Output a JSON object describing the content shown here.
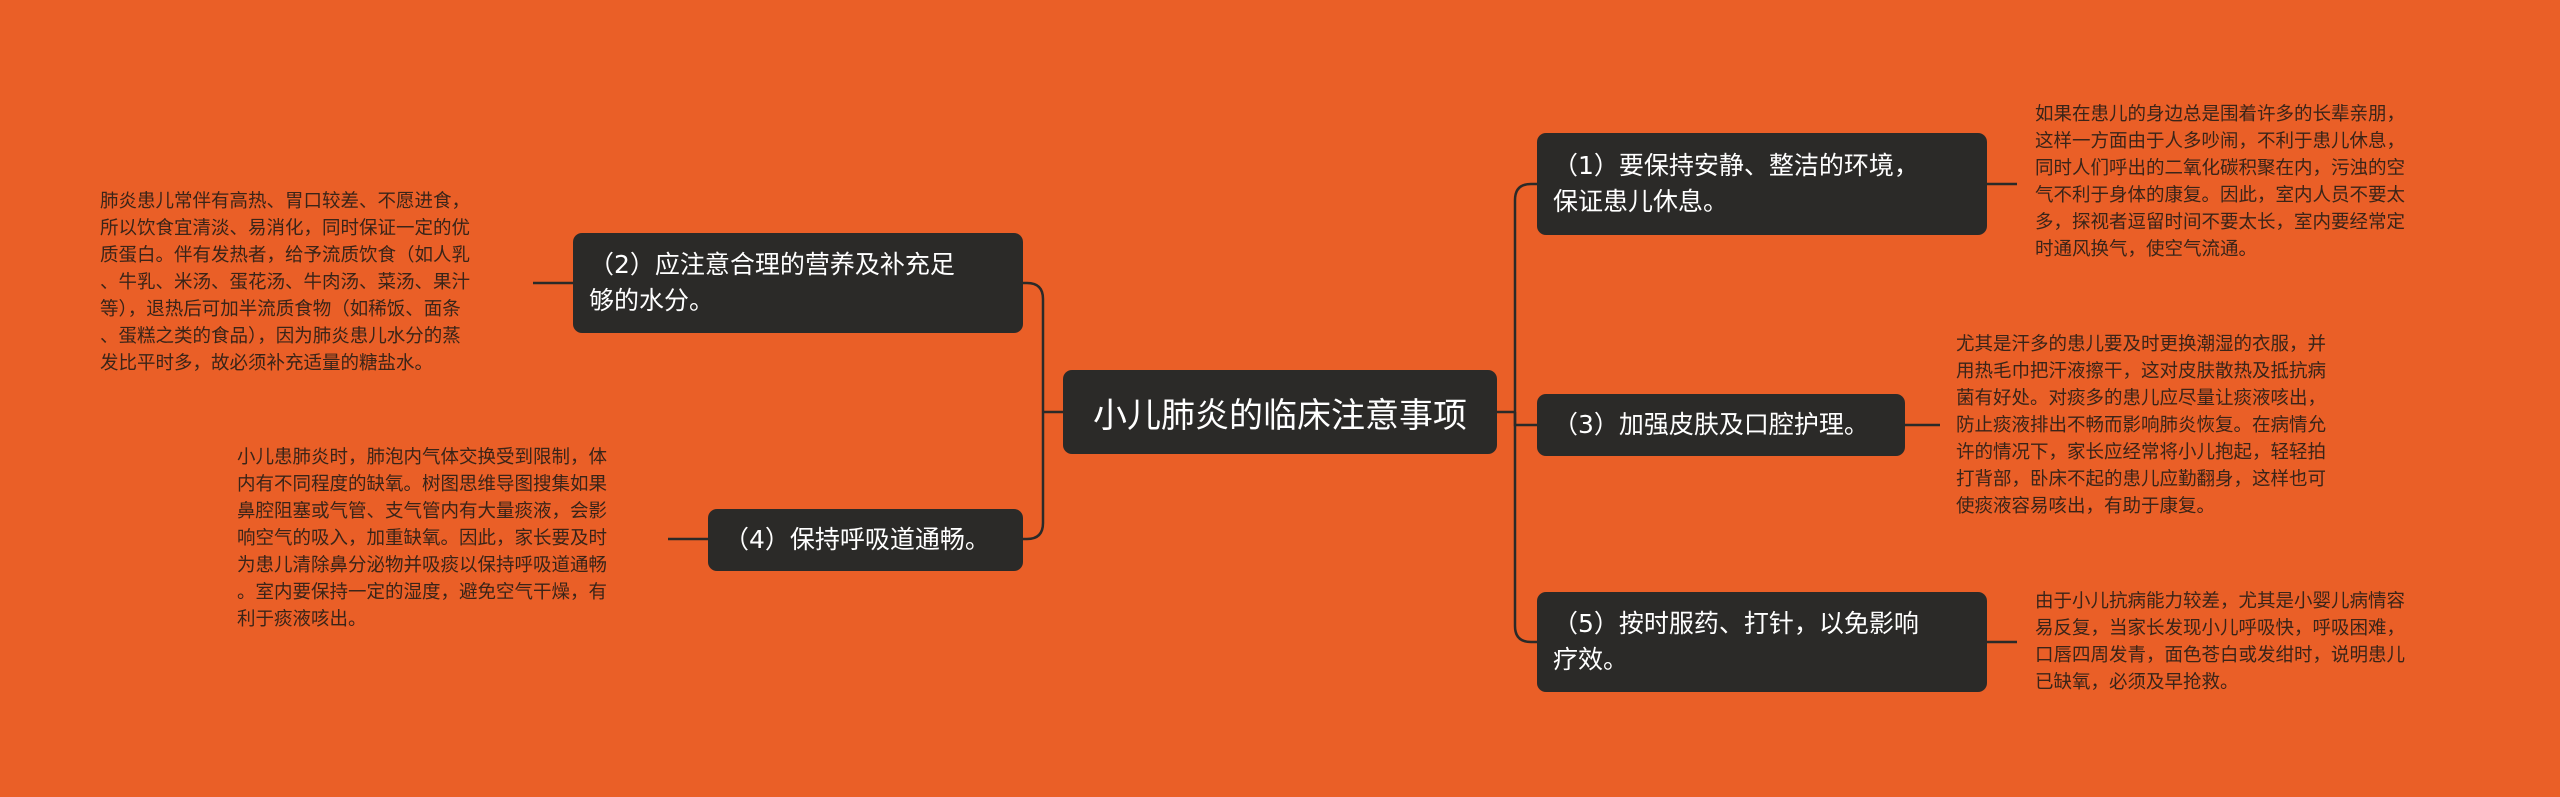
{
  "central": {
    "title": "小儿肺炎的临床注意事项"
  },
  "topics": [
    {
      "id": "t1",
      "lines": [
        "（1）要保持安静、整洁的环境，",
        "保证患儿休息。"
      ],
      "note": [
        "如果在患儿的身边总是围着许多的长辈亲朋，",
        "这样一方面由于人多吵闹，不利于患儿休息，",
        "同时人们呼出的二氧化碳积聚在内，污浊的空",
        "气不利于身体的康复。因此，室内人员不要太",
        "多，探视者逗留时间不要太长，室内要经常定",
        "时通风换气，使空气流通。"
      ]
    },
    {
      "id": "t2",
      "lines": [
        "（2）应注意合理的营养及补充足",
        "够的水分。"
      ],
      "note": [
        "肺炎患儿常伴有高热、胃口较差、不愿进食，",
        "所以饮食宜清淡、易消化，同时保证一定的优",
        "质蛋白。伴有发热者，给予流质饮食（如人乳",
        "、牛乳、米汤、蛋花汤、牛肉汤、菜汤、果汁",
        "等），退热后可加半流质食物（如稀饭、面条",
        "、蛋糕之类的食品），因为肺炎患儿水分的蒸",
        "发比平时多，故必须补充适量的糖盐水。"
      ]
    },
    {
      "id": "t3",
      "lines": [
        "（3）加强皮肤及口腔护理。"
      ],
      "note": [
        "尤其是汗多的患儿要及时更换潮湿的衣服，并",
        "用热毛巾把汗液擦干，这对皮肤散热及抵抗病",
        "菌有好处。对痰多的患儿应尽量让痰液咳出，",
        "防止痰液排出不畅而影响肺炎恢复。在病情允",
        "许的情况下，家长应经常将小儿抱起，轻轻拍",
        "打背部，卧床不起的患儿应勤翻身，这样也可",
        "使痰液容易咳出，有助于康复。"
      ]
    },
    {
      "id": "t4",
      "lines": [
        "（4）保持呼吸道通畅。"
      ],
      "note": [
        "小儿患肺炎时，肺泡内气体交换受到限制，体",
        "内有不同程度的缺氧。树图思维导图搜集如果",
        "鼻腔阻塞或气管、支气管内有大量痰液，会影",
        "响空气的吸入，加重缺氧。因此，家长要及时",
        "为患儿清除鼻分泌物并吸痰以保持呼吸道通畅",
        "。室内要保持一定的湿度，避免空气干燥，有",
        "利于痰液咳出。"
      ]
    },
    {
      "id": "t5",
      "lines": [
        "（5）按时服药、打针，以免影响",
        "疗效。"
      ],
      "note": [
        "由于小儿抗病能力较差，尤其是小婴儿病情容",
        "易反复，当家长发现小儿呼吸快，呼吸困难，",
        "口唇四周发青，面色苍白或发绀时，说明患儿",
        "已缺氧，必须及早抢救。"
      ]
    }
  ]
}
